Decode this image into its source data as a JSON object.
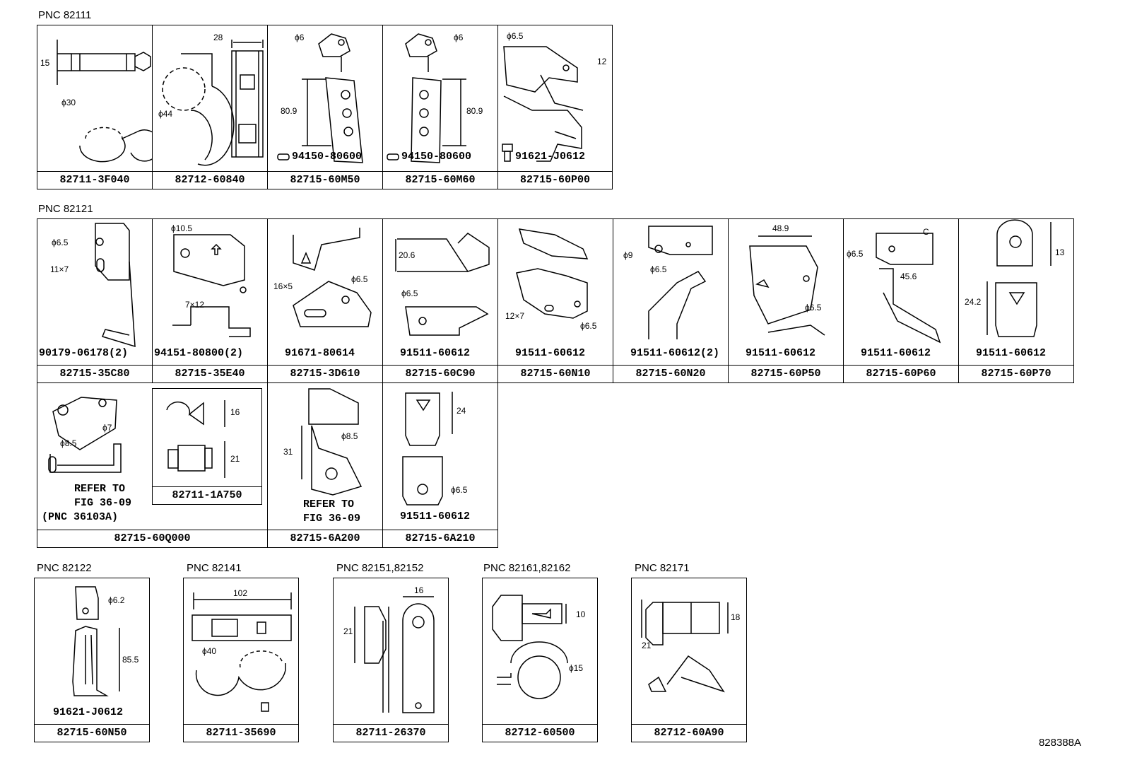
{
  "groups": {
    "g1": "PNC 82111",
    "g2": "PNC 82121",
    "g3": "PNC 82122",
    "g4": "PNC 82141",
    "g5": "PNC 82151,82152",
    "g6": "PNC 82161,82162",
    "g7": "PNC 82171"
  },
  "row1": [
    {
      "part": "82711-3F040",
      "dims": [
        "15",
        "ϕ30"
      ]
    },
    {
      "part": "82712-60840",
      "dims": [
        "28",
        "ϕ44"
      ]
    },
    {
      "part": "82715-60M50",
      "dims": [
        "ϕ6",
        "80.9"
      ],
      "sub": "94150-80600"
    },
    {
      "part": "82715-60M60",
      "dims": [
        "ϕ6",
        "80.9"
      ],
      "sub": "94150-80600"
    },
    {
      "part": "82715-60P00",
      "dims": [
        "ϕ6.5",
        "12"
      ],
      "sub": "91621-J0612"
    }
  ],
  "row2": [
    {
      "part": "82715-35C80",
      "dims": [
        "ϕ6.5",
        "11×7"
      ],
      "sub": "90179-06178(2)"
    },
    {
      "part": "82715-35E40",
      "dims": [
        "ϕ10.5",
        "7×12"
      ],
      "sub": "94151-80800(2)"
    },
    {
      "part": "82715-3D610",
      "dims": [
        "16×5",
        "ϕ6.5"
      ],
      "sub": "91671-80614"
    },
    {
      "part": "82715-60C90",
      "dims": [
        "20.6",
        "ϕ6.5"
      ],
      "sub": "91511-60612"
    },
    {
      "part": "82715-60N10",
      "dims": [
        "12×7",
        "ϕ6.5"
      ],
      "sub": "91511-60612"
    },
    {
      "part": "82715-60N20",
      "dims": [
        "ϕ9",
        "ϕ6.5"
      ],
      "sub": "91511-60612(2)"
    },
    {
      "part": "82715-60P50",
      "dims": [
        "48.9",
        "ϕ6.5"
      ],
      "sub": "91511-60612"
    },
    {
      "part": "82715-60P60",
      "dims": [
        "ϕ6.5",
        "45.6"
      ],
      "sub": "91511-60612"
    },
    {
      "part": "82715-60P70",
      "dims": [
        "13",
        "24.2"
      ],
      "sub": "91511-60612"
    }
  ],
  "row3": {
    "q000": {
      "part": "82715-60Q000",
      "dims": [
        "ϕ7",
        "ϕ8.5"
      ],
      "ref": [
        "REFER TO",
        "FIG 36-09",
        "(PNC 36103A)"
      ]
    },
    "inner": {
      "part": "82711-1A750",
      "dims": [
        "16",
        "21"
      ]
    },
    "a200": {
      "part": "82715-6A200",
      "dims": [
        "31",
        "ϕ8.5"
      ],
      "ref": [
        "REFER TO",
        "FIG 36-09"
      ]
    },
    "a210": {
      "part": "82715-6A210",
      "dims": [
        "24",
        "ϕ6.5"
      ],
      "sub": "91511-60612"
    }
  },
  "row4": [
    {
      "part": "82715-60N50",
      "dims": [
        "ϕ6.2",
        "85.5"
      ],
      "sub": "91621-J0612"
    },
    {
      "part": "82711-35690",
      "dims": [
        "102",
        "ϕ40"
      ]
    },
    {
      "part": "82711-26370",
      "dims": [
        "16",
        "21"
      ]
    },
    {
      "part": "82712-60500",
      "dims": [
        "10",
        "ϕ15"
      ]
    },
    {
      "part": "82712-60A90",
      "dims": [
        "18",
        "21"
      ]
    }
  ],
  "drawing_code": "828388A"
}
